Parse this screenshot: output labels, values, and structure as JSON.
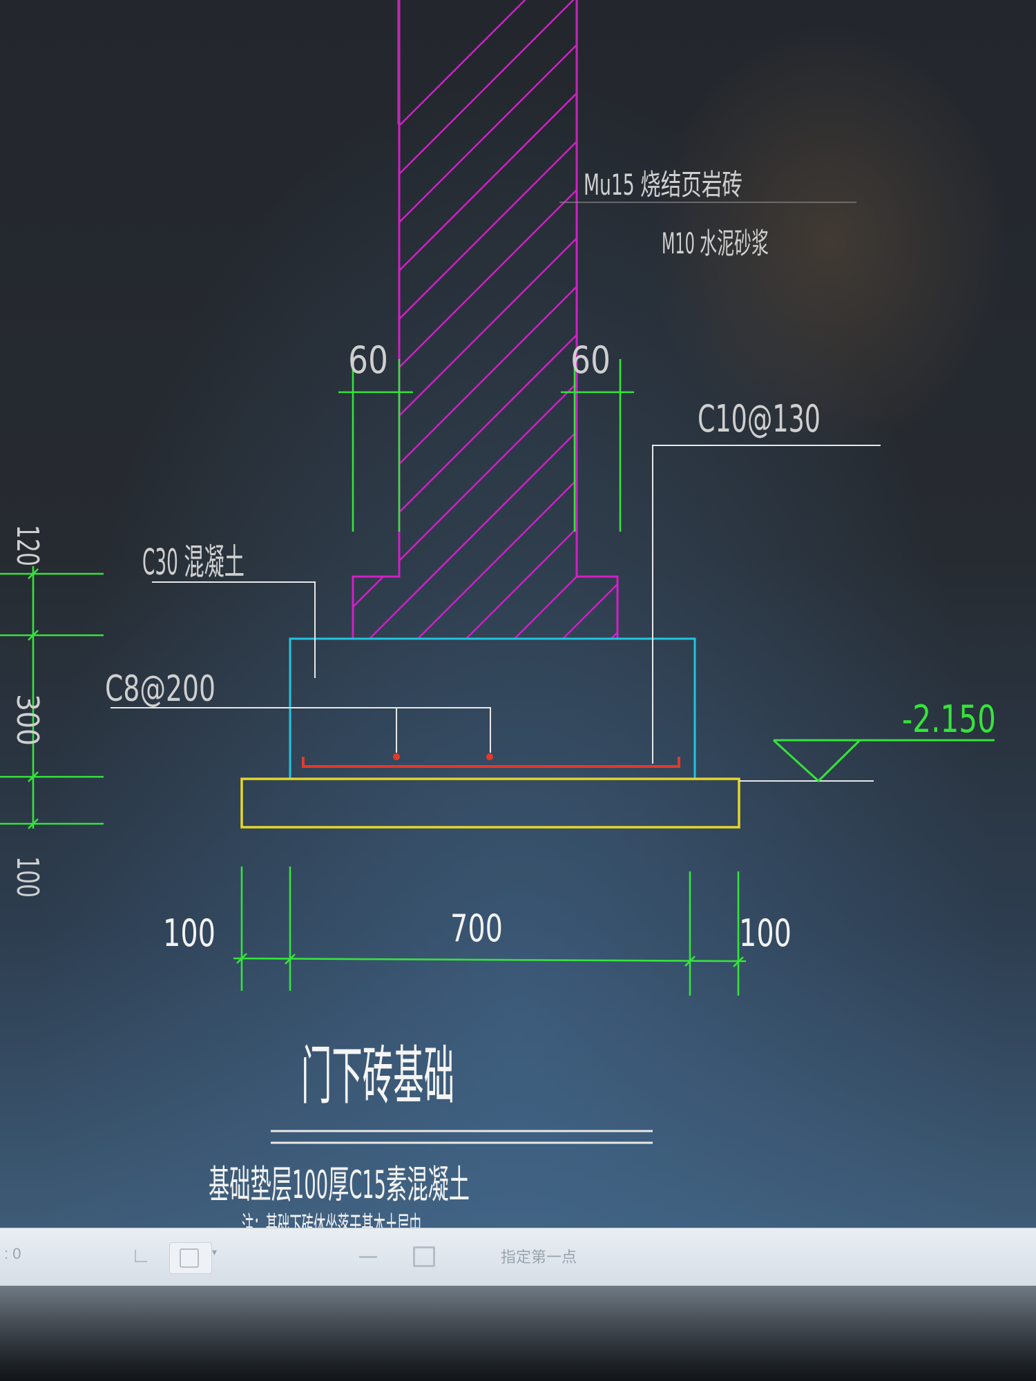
{
  "drawing": {
    "title": "门下砖基础",
    "note_line1": "基础垫层100厚C15素混凝土",
    "note_line2": "注：基础下砖体坐落于基本土层中",
    "labels": {
      "brick_spec": "Mu15 烧结页岩砖",
      "mortar_spec": "M10 水泥砂浆",
      "concrete_spec": "C30 混凝土",
      "rebar_main": "C10@130",
      "rebar_dist": "C8@200",
      "elevation": "-2.150"
    },
    "dimensions": {
      "offset_left": "60",
      "offset_right": "60",
      "pad_left": "100",
      "base_width": "700",
      "pad_right": "100",
      "side_a": "120",
      "side_b": "300",
      "side_c": "100"
    },
    "colors": {
      "wall_hatch": "#d21fc8",
      "footing": "#1fc6e0",
      "cushion": "#e6d62a",
      "rebar": "#e23a2a",
      "dimension": "#35e43a",
      "leader": "#e8e8e8"
    }
  },
  "statusbar": {
    "coord": ": 0",
    "prompt": "指定第一点"
  }
}
